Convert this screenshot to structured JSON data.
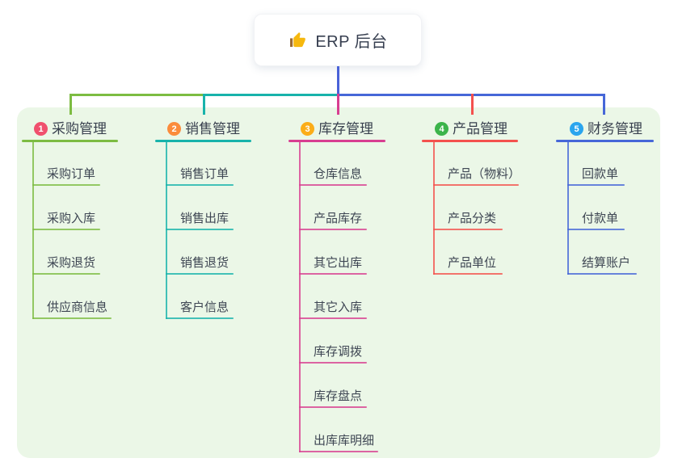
{
  "root": {
    "title": "ERP 后台",
    "icon": "thumbs-up-icon"
  },
  "colors": {
    "canvas_bg": "#ffffff",
    "panel_bg": "#ebf7e7",
    "root_stem": "#4a62d8",
    "text_dark": "#3b4453",
    "thumb_yellow": "#f6b80e"
  },
  "branches": [
    {
      "num": "1",
      "label": "采购管理",
      "color": "#7dbc42",
      "badge_color": "#f0506e",
      "children": [
        "采购订单",
        "采购入库",
        "采购退货",
        "供应商信息"
      ]
    },
    {
      "num": "2",
      "label": "销售管理",
      "color": "#18b3ab",
      "badge_color": "#fb8c3c",
      "children": [
        "销售订单",
        "销售出库",
        "销售退货",
        "客户信息"
      ]
    },
    {
      "num": "3",
      "label": "库存管理",
      "color": "#d83e91",
      "badge_color": "#fbad18",
      "children": [
        "仓库信息",
        "产品库存",
        "其它出库",
        "其它入库",
        "库存调拨",
        "库存盘点",
        "出库库明细"
      ]
    },
    {
      "num": "4",
      "label": "产品管理",
      "color": "#f4514e",
      "badge_color": "#3bb44a",
      "children": [
        "产品（物料）",
        "产品分类",
        "产品单位"
      ]
    },
    {
      "num": "5",
      "label": "财务管理",
      "color": "#4667d8",
      "badge_color": "#2aa5ee",
      "children": [
        "回款单",
        "付款单",
        "结算账户"
      ]
    }
  ]
}
